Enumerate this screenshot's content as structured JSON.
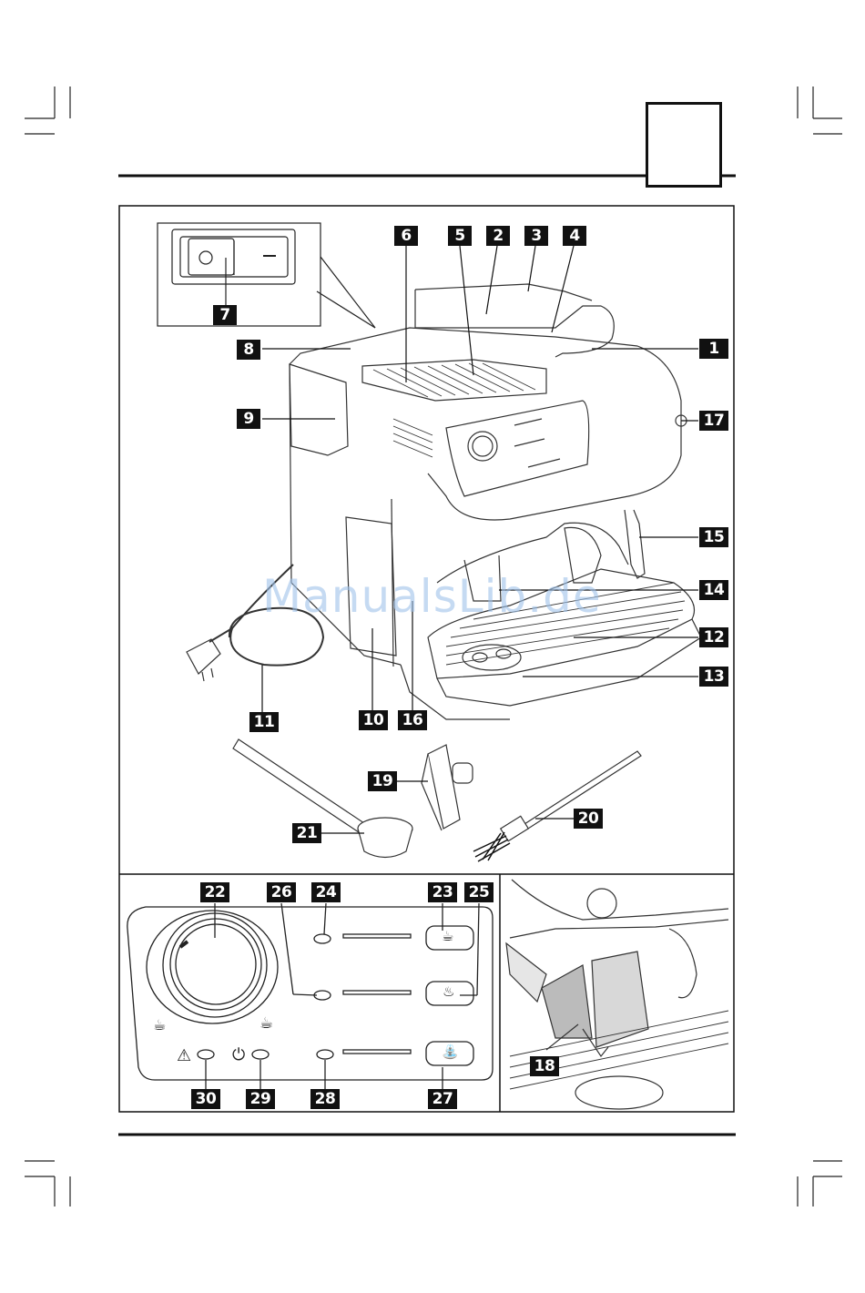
{
  "watermark": "ManualsLib.de",
  "labels": {
    "l1": "1",
    "l2": "2",
    "l3": "3",
    "l4": "4",
    "l5": "5",
    "l6": "6",
    "l7": "7",
    "l8": "8",
    "l9": "9",
    "l10": "10",
    "l11": "11",
    "l12": "12",
    "l13": "13",
    "l14": "14",
    "l15": "15",
    "l16": "16",
    "l17": "17",
    "l18": "18",
    "l19": "19",
    "l20": "20",
    "l21": "21",
    "l22": "22",
    "l23": "23",
    "l24": "24",
    "l25": "25",
    "l26": "26",
    "l27": "27",
    "l28": "28",
    "l29": "29",
    "l30": "30"
  },
  "icons": {
    "switch": "power-switch-icon",
    "warning": "warning-icon",
    "power": "power-icon",
    "cup": "cup-icon",
    "steam": "steam-icon",
    "hot_water": "hot-water-icon"
  }
}
